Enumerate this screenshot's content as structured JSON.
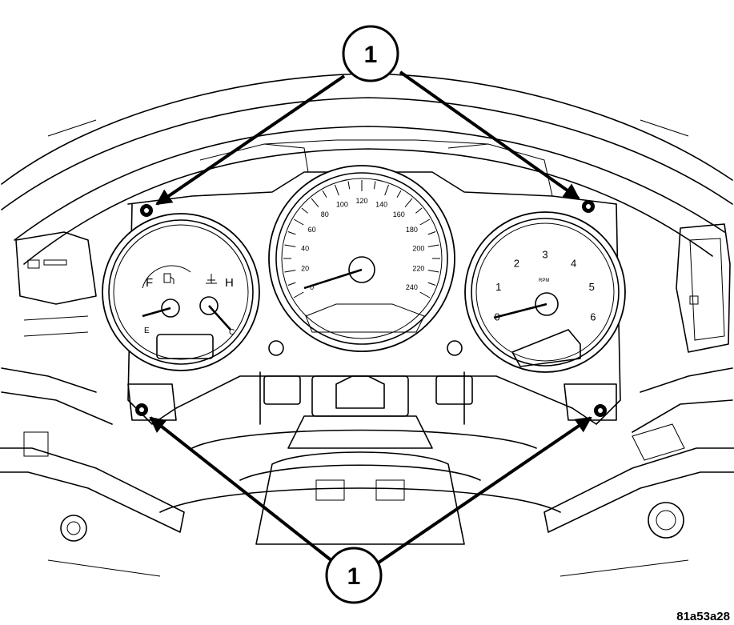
{
  "figure_id": "81a53a28",
  "callouts": [
    {
      "label": "1",
      "targets": [
        "upper-left-screw",
        "upper-right-screw"
      ]
    },
    {
      "label": "1",
      "targets": [
        "lower-left-screw",
        "lower-right-screw"
      ]
    }
  ],
  "speedometer": {
    "scale": [
      "0",
      "20",
      "40",
      "60",
      "80",
      "100",
      "120",
      "140",
      "160",
      "180",
      "200",
      "220",
      "240"
    ]
  },
  "tachometer": {
    "scale": [
      "0",
      "1",
      "2",
      "3",
      "4",
      "5",
      "6"
    ]
  },
  "fuel_gauge": {
    "full": "F",
    "empty": "E"
  },
  "temp_gauge": {
    "hot": "H",
    "cold": "C"
  }
}
